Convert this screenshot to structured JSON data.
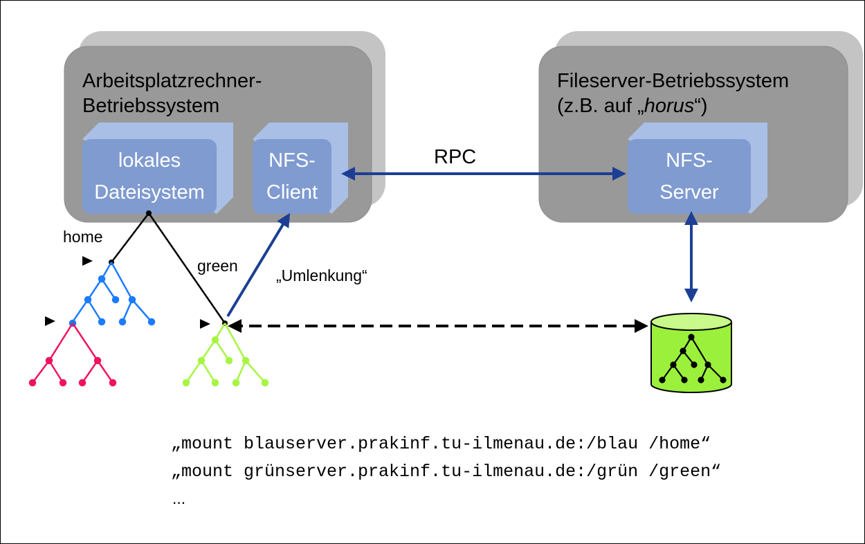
{
  "workstation": {
    "title_line1": "Arbeitsplatzrechner-",
    "title_line2": "Betriebssystem",
    "local_fs_line1": "lokales",
    "local_fs_line2": "Dateisystem",
    "nfs_client_line1": "NFS-",
    "nfs_client_line2": "Client"
  },
  "fileserver": {
    "title_line1": "Fileserver-Betriebssystem",
    "title_prefix": "(z.B. auf „",
    "title_host": "horus",
    "title_suffix": "“)",
    "nfs_server_line1": "NFS-",
    "nfs_server_line2": "Server"
  },
  "labels": {
    "rpc": "RPC",
    "home": "home",
    "green": "green",
    "redirect": "„Umlenkung“"
  },
  "commands": [
    "„mount blauserver.prakinf.tu-ilmenau.de:/blau /home“",
    "„mount grünserver.prakinf.tu-ilmenau.de:/grün /green“",
    "..."
  ],
  "colors": {
    "box_front": "#999999",
    "box_side": "#c4c4c4",
    "inner_front": "#7f9bd0",
    "inner_side": "#a9bfe6",
    "arrow_blue": "#1c3f95",
    "tree_blue": "#1b7cff",
    "tree_pink": "#f0135e",
    "tree_green": "#a6f542",
    "disk_green": "#9bf03c"
  }
}
